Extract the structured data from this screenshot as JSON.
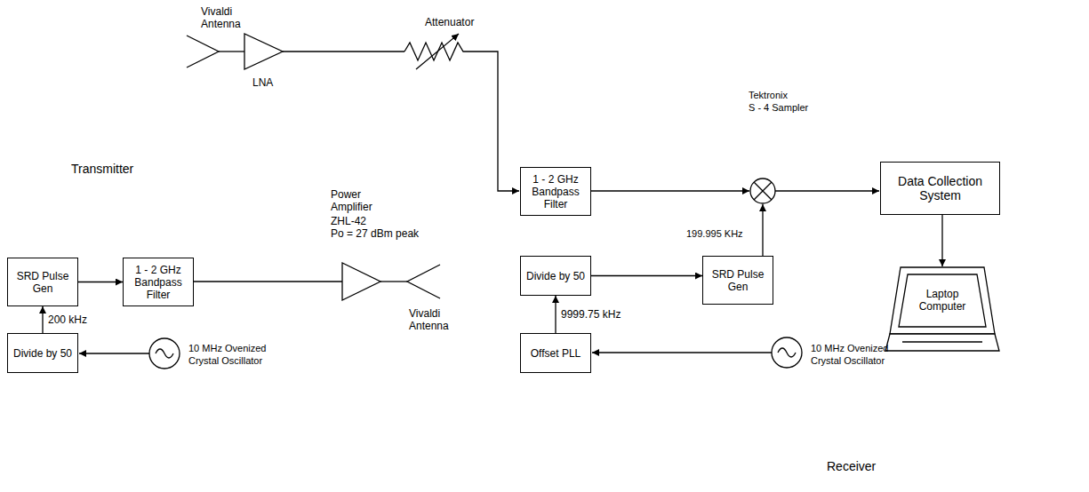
{
  "diagram": {
    "nodes": [
      {
        "text": [
          "SRD Pulse Gen"
        ]
      },
      {
        "text": [
          "1 - 2 GHz Bandpass Filter"
        ]
      },
      {
        "text": [
          "Divide by 50"
        ]
      },
      {
        "text": [
          "1 - 2 GHz Bandpass Filter"
        ]
      },
      {
        "text": [
          "Data Collection System"
        ]
      },
      {
        "text": [
          "Laptop Computer"
        ]
      },
      {
        "text": [
          "Divide by 50"
        ]
      },
      {
        "text": [
          "SRD Pulse Gen"
        ]
      },
      {
        "text": [
          "Offset PLL"
        ]
      }
    ],
    "edges": [
      {
        "from": 2,
        "to": 0,
        "arrow": "to",
        "label": "200 kHz"
      },
      {
        "from": 0,
        "to": 1,
        "arrow": "to"
      },
      {
        "from": 4,
        "to": 5,
        "arrow": "to"
      },
      {
        "from": 6,
        "to": 7,
        "arrow": "to"
      },
      {
        "from": 8,
        "to": 6,
        "arrow": "to",
        "label": "9999.75 kHz"
      }
    ],
    "labels": [
      "Vivaldi Antenna",
      "LNA",
      "Attenuator",
      "Tektronix",
      "S - 4 Sampler",
      "199.995 KHz",
      "Transmitter",
      "Power Amplifier",
      "ZHL-42",
      "Po = 27 dBm peak",
      "Vivaldi Antenna",
      "10 MHz Ovenized Crystal Oscillator",
      "10 MHz Ovenized Crystal Oscillator",
      "Receiver"
    ]
  }
}
